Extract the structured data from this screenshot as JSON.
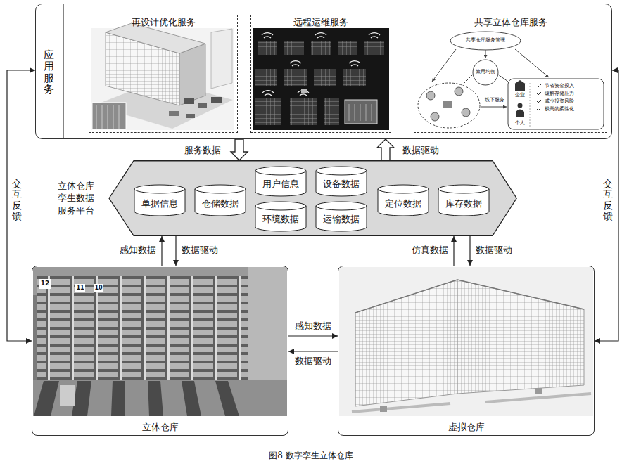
{
  "diagram": {
    "caption": "图8 数字孪生立体仓库",
    "nodes": [
      {
        "text": [
          "应用服务"
        ]
      },
      {
        "text": [
          "再设计优化服务"
        ],
        "in": 0
      },
      {
        "text": [
          "远程运维服务"
        ],
        "in": 0
      },
      {
        "text": [
          "共享立体仓库服务"
        ],
        "in": 0
      },
      {
        "text": [
          "立体仓库 孪生数据 服务平台"
        ]
      },
      {
        "text": [
          "单据信息"
        ],
        "in": 4
      },
      {
        "text": [
          "仓储数据"
        ],
        "in": 4
      },
      {
        "text": [
          "用户信息"
        ],
        "in": 4
      },
      {
        "text": [
          "设备数据"
        ],
        "in": 4
      },
      {
        "text": [
          "环境数据"
        ],
        "in": 4
      },
      {
        "text": [
          "运输数据"
        ],
        "in": 4
      },
      {
        "text": [
          "定位数据"
        ],
        "in": 4
      },
      {
        "text": [
          "库存数据"
        ],
        "in": 4
      },
      {
        "text": [
          "立体仓库"
        ]
      },
      {
        "text": [
          "虚拟仓库"
        ]
      }
    ],
    "edges": [
      {
        "from": 0,
        "to": 4,
        "label": "服务数据",
        "arrow": "to"
      },
      {
        "from": 4,
        "to": 0,
        "label": "数据驱动",
        "arrow": "to"
      },
      {
        "from": 13,
        "to": 4,
        "label": "感知数据",
        "arrow": "to"
      },
      {
        "from": 4,
        "to": 13,
        "label": "数据驱动",
        "arrow": "to"
      },
      {
        "from": 14,
        "to": 4,
        "label": "仿真数据",
        "arrow": "to"
      },
      {
        "from": 4,
        "to": 14,
        "label": "数据驱动",
        "arrow": "to"
      },
      {
        "from": 13,
        "to": 14,
        "label": "感知数据",
        "arrow": "to"
      },
      {
        "from": 14,
        "to": 13,
        "label": "数据驱动",
        "arrow": "to"
      },
      {
        "from": 13,
        "to": 0,
        "label": "交互反馈",
        "arrow": "both"
      },
      {
        "from": 14,
        "to": 0,
        "label": "交互反馈",
        "arrow": "both"
      }
    ],
    "labels": [
      "共享仓库服务管理",
      "效用均衡",
      "线下服务",
      "企业",
      "个人",
      "节省资金投入",
      "缓解存储压力",
      "减少投资风险",
      "极高的柔性化",
      "12",
      "11",
      "10"
    ]
  }
}
